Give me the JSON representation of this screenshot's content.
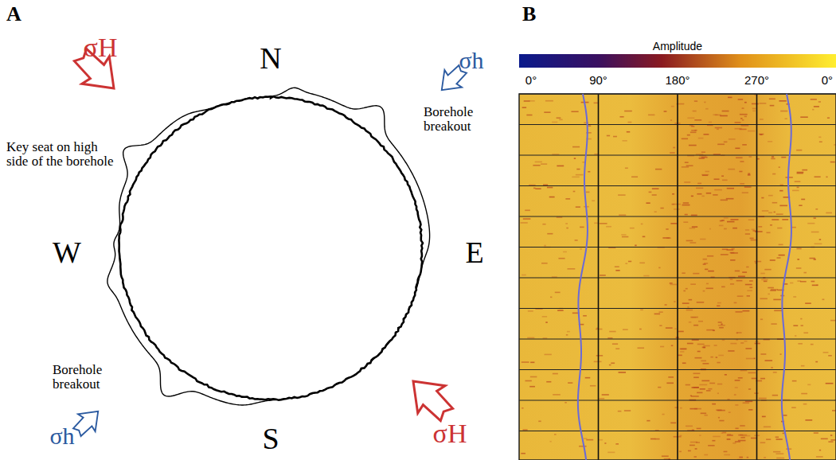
{
  "diagram": {
    "labels": [
      "A",
      "B",
      "N",
      "E",
      "S",
      "W",
      "σH",
      "σh",
      "σH",
      "σh",
      "Key seat on high side of the borehole",
      "Borehole breakout",
      "Borehole breakout",
      "Amplitude",
      "0°",
      "90°",
      "180°",
      "270°",
      "0°"
    ]
  }
}
